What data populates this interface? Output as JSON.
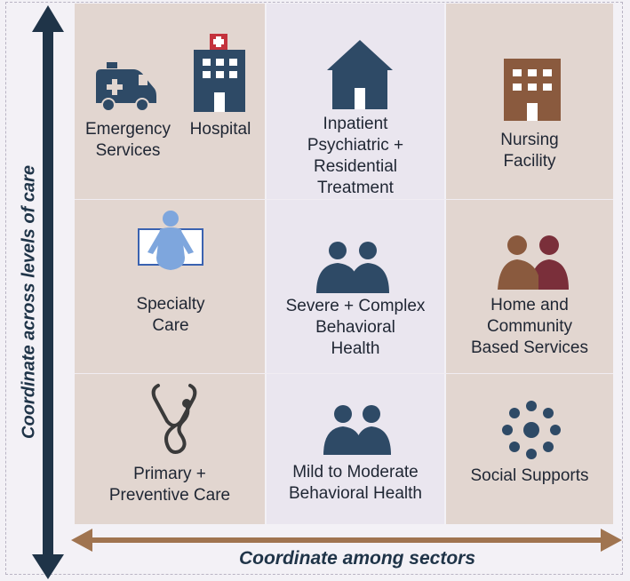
{
  "axes": {
    "y_label": "Coordinate across levels of care",
    "x_label": "Coordinate among sectors"
  },
  "colors": {
    "navy": "#2e4a66",
    "brown": "#8a5a3e",
    "maroon": "#7a2f3a",
    "col_bg": "#e2d6d0",
    "mid_bg": "#eae6ef",
    "y_arrow": "#1f3448",
    "x_arrow": "#a07450"
  },
  "cells": {
    "emergency_services": {
      "label": "Emergency\nServices",
      "icon": "ambulance-icon"
    },
    "hospital": {
      "label": "Hospital",
      "icon": "hospital-icon"
    },
    "inpatient": {
      "label": "Inpatient\nPsychiatric +\nResidential\nTreatment",
      "icon": "house-icon"
    },
    "nursing_facility": {
      "label": "Nursing\nFacility",
      "icon": "building-icon"
    },
    "specialty_care": {
      "label": "Specialty\nCare",
      "icon": "x-ray-person-icon"
    },
    "severe_behavioral": {
      "label": "Severe + Complex\nBehavioral\nHealth",
      "icon": "two-people-icon"
    },
    "home_community": {
      "label": "Home and\nCommunity\nBased Services",
      "icon": "family-icon"
    },
    "primary_care": {
      "label": "Primary +\nPreventive Care",
      "icon": "stethoscope-icon"
    },
    "mild_behavioral": {
      "label": "Mild to Moderate\nBehavioral Health",
      "icon": "two-people-icon"
    },
    "social_supports": {
      "label": "Social Supports",
      "icon": "network-dots-icon"
    }
  }
}
